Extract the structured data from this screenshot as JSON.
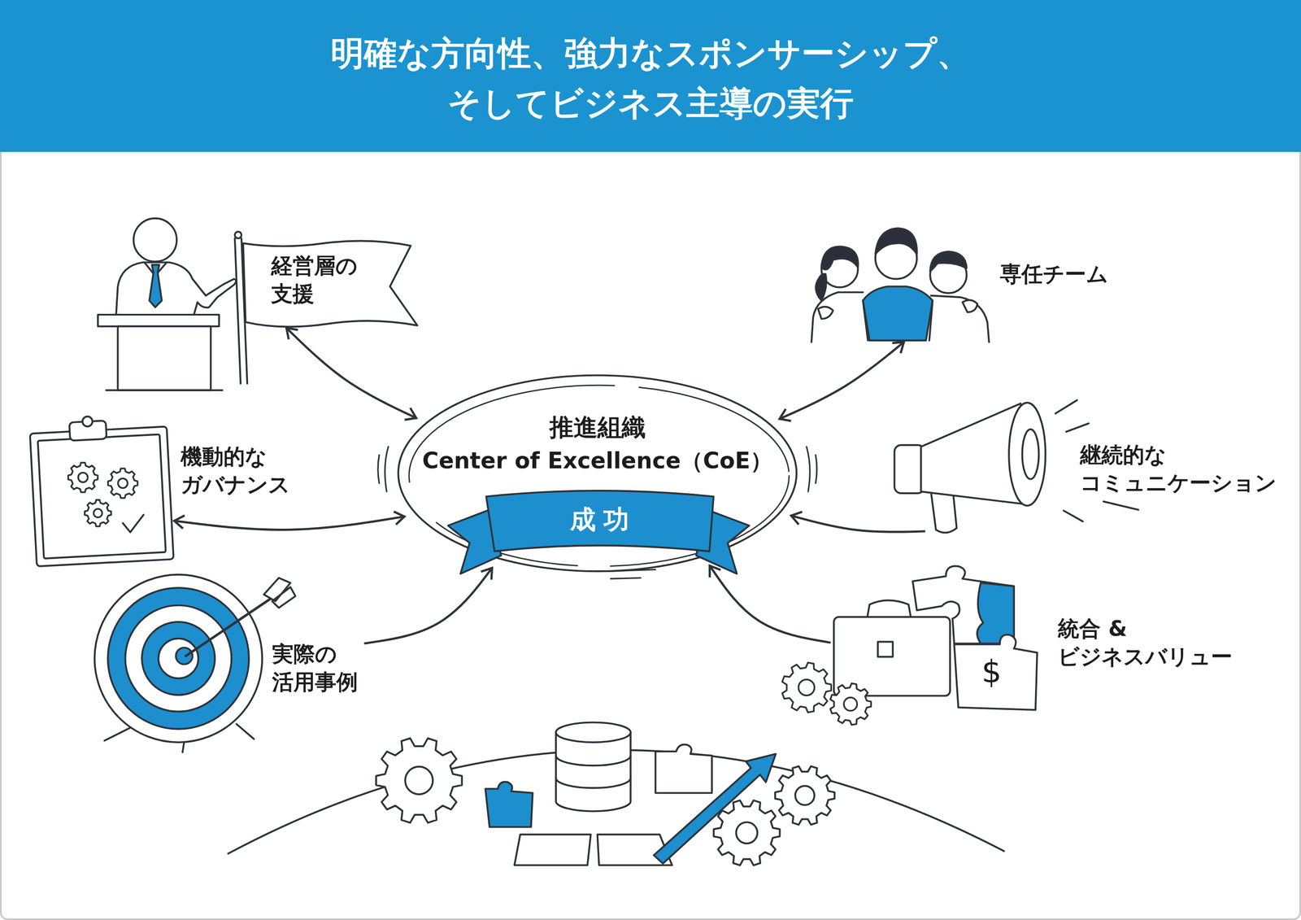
{
  "diagram": {
    "title": "明確な方向性、強力なスポンサーシップ、 そしてビジネス主導の実行",
    "nodes": [
      {
        "text": [
          "推進組織",
          "Center of Excellence（CoE）"
        ]
      },
      {
        "text": [
          "成功"
        ],
        "in": 0
      },
      {
        "text": [
          "経営層の 支援"
        ]
      },
      {
        "text": [
          "専任チーム"
        ]
      },
      {
        "text": [
          "機動的な ガバナンス"
        ]
      },
      {
        "text": [
          "継続的な コミュニケーション"
        ]
      },
      {
        "text": [
          "実際の 活用事例"
        ]
      },
      {
        "text": [
          "統合 & ビジネスバリュー"
        ]
      }
    ],
    "edges": [
      {
        "from": 2,
        "to": 0,
        "arrow": "both"
      },
      {
        "from": 3,
        "to": 0,
        "arrow": "both"
      },
      {
        "from": 4,
        "to": 0,
        "arrow": "both"
      },
      {
        "from": 5,
        "to": 0,
        "arrow": "to"
      },
      {
        "from": 6,
        "to": 0,
        "arrow": "to"
      },
      {
        "from": 7,
        "to": 0,
        "arrow": "to"
      }
    ],
    "labels": [
      "$"
    ]
  }
}
